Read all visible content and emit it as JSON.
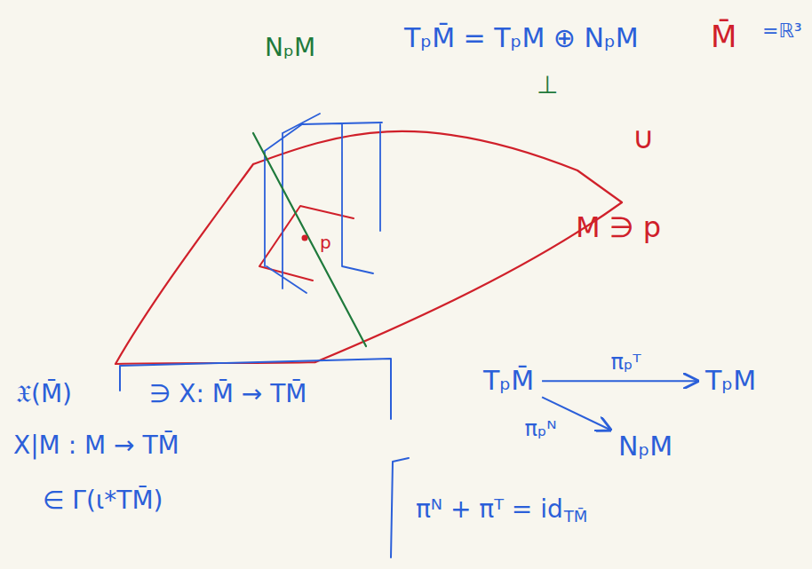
{
  "diagram": {
    "nodes": [
      {
        "text": [
          "TₚM̄"
        ]
      },
      {
        "text": [
          "TₚM"
        ]
      },
      {
        "text": [
          "NₚM"
        ]
      }
    ],
    "edges": [
      {
        "from": 0,
        "to": 1,
        "label": "πₚᵀ",
        "arrow": "to"
      },
      {
        "from": 0,
        "to": 2,
        "label": "πₚᴺ",
        "arrow": "to"
      }
    ],
    "labels": [
      "TₚM̄ = TₚM ⊕ NₚM",
      "⊥",
      "M̄",
      "=ℝ³",
      "NₚM",
      "∪",
      "M ∋ p",
      "p",
      "𝔛(M̄)",
      "∋ X: M̄ → TM̄",
      "X|M : M → TM̄",
      "∈ Γ(ι*TM̄)",
      "πᴺ + πᵀ = id",
      "TM̄"
    ]
  }
}
